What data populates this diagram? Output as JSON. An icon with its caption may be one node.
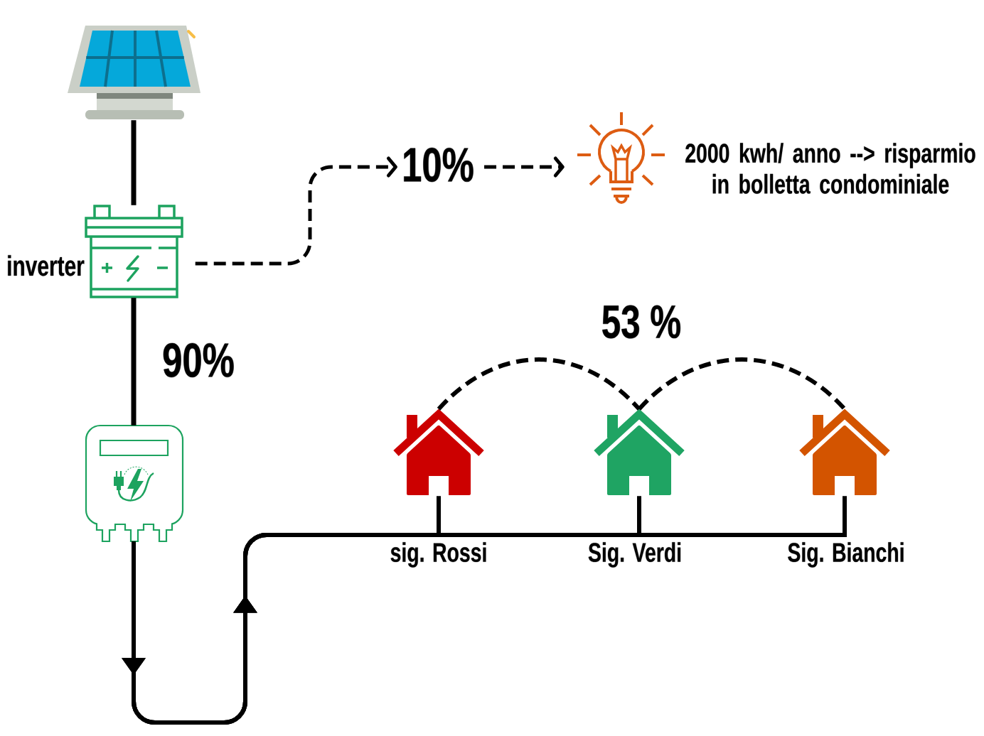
{
  "diagram": {
    "nodes": [
      {
        "text": [],
        "shape": "picture"
      },
      {
        "text": [],
        "shape": "picture",
        "beside": [
          "inverter"
        ]
      },
      {
        "text": [],
        "shape": "picture"
      },
      {
        "text": [
          "10%"
        ]
      },
      {
        "text": [],
        "shape": "picture",
        "beside": [
          "2000 kwh/ anno --> risparmio in bolletta condominiale"
        ]
      },
      {
        "text": [],
        "shape": "picture",
        "beside": [
          "sig. Rossi"
        ]
      },
      {
        "text": [],
        "shape": "picture",
        "beside": [
          "Sig. Verdi"
        ]
      },
      {
        "text": [],
        "shape": "picture",
        "beside": [
          "Sig. Bianchi"
        ]
      }
    ],
    "edges": [
      {
        "from": 0,
        "to": 1,
        "arrow": "none"
      },
      {
        "from": 1,
        "to": 3,
        "arrow": "to",
        "style": "dashed"
      },
      {
        "from": 3,
        "to": 4,
        "arrow": "to",
        "style": "dashed"
      },
      {
        "from": 1,
        "to": 2,
        "arrow": "none",
        "label": "90%"
      },
      {
        "from": 2,
        "to": 5,
        "arrow": "to"
      },
      {
        "from": 2,
        "to": 6,
        "arrow": "to"
      },
      {
        "from": 2,
        "to": 7,
        "arrow": "to"
      },
      {
        "from": 5,
        "to": 6,
        "arrow": "none",
        "style": "dashed"
      },
      {
        "from": 6,
        "to": 7,
        "arrow": "none",
        "style": "dashed"
      }
    ],
    "labels": [
      "53 %"
    ]
  }
}
